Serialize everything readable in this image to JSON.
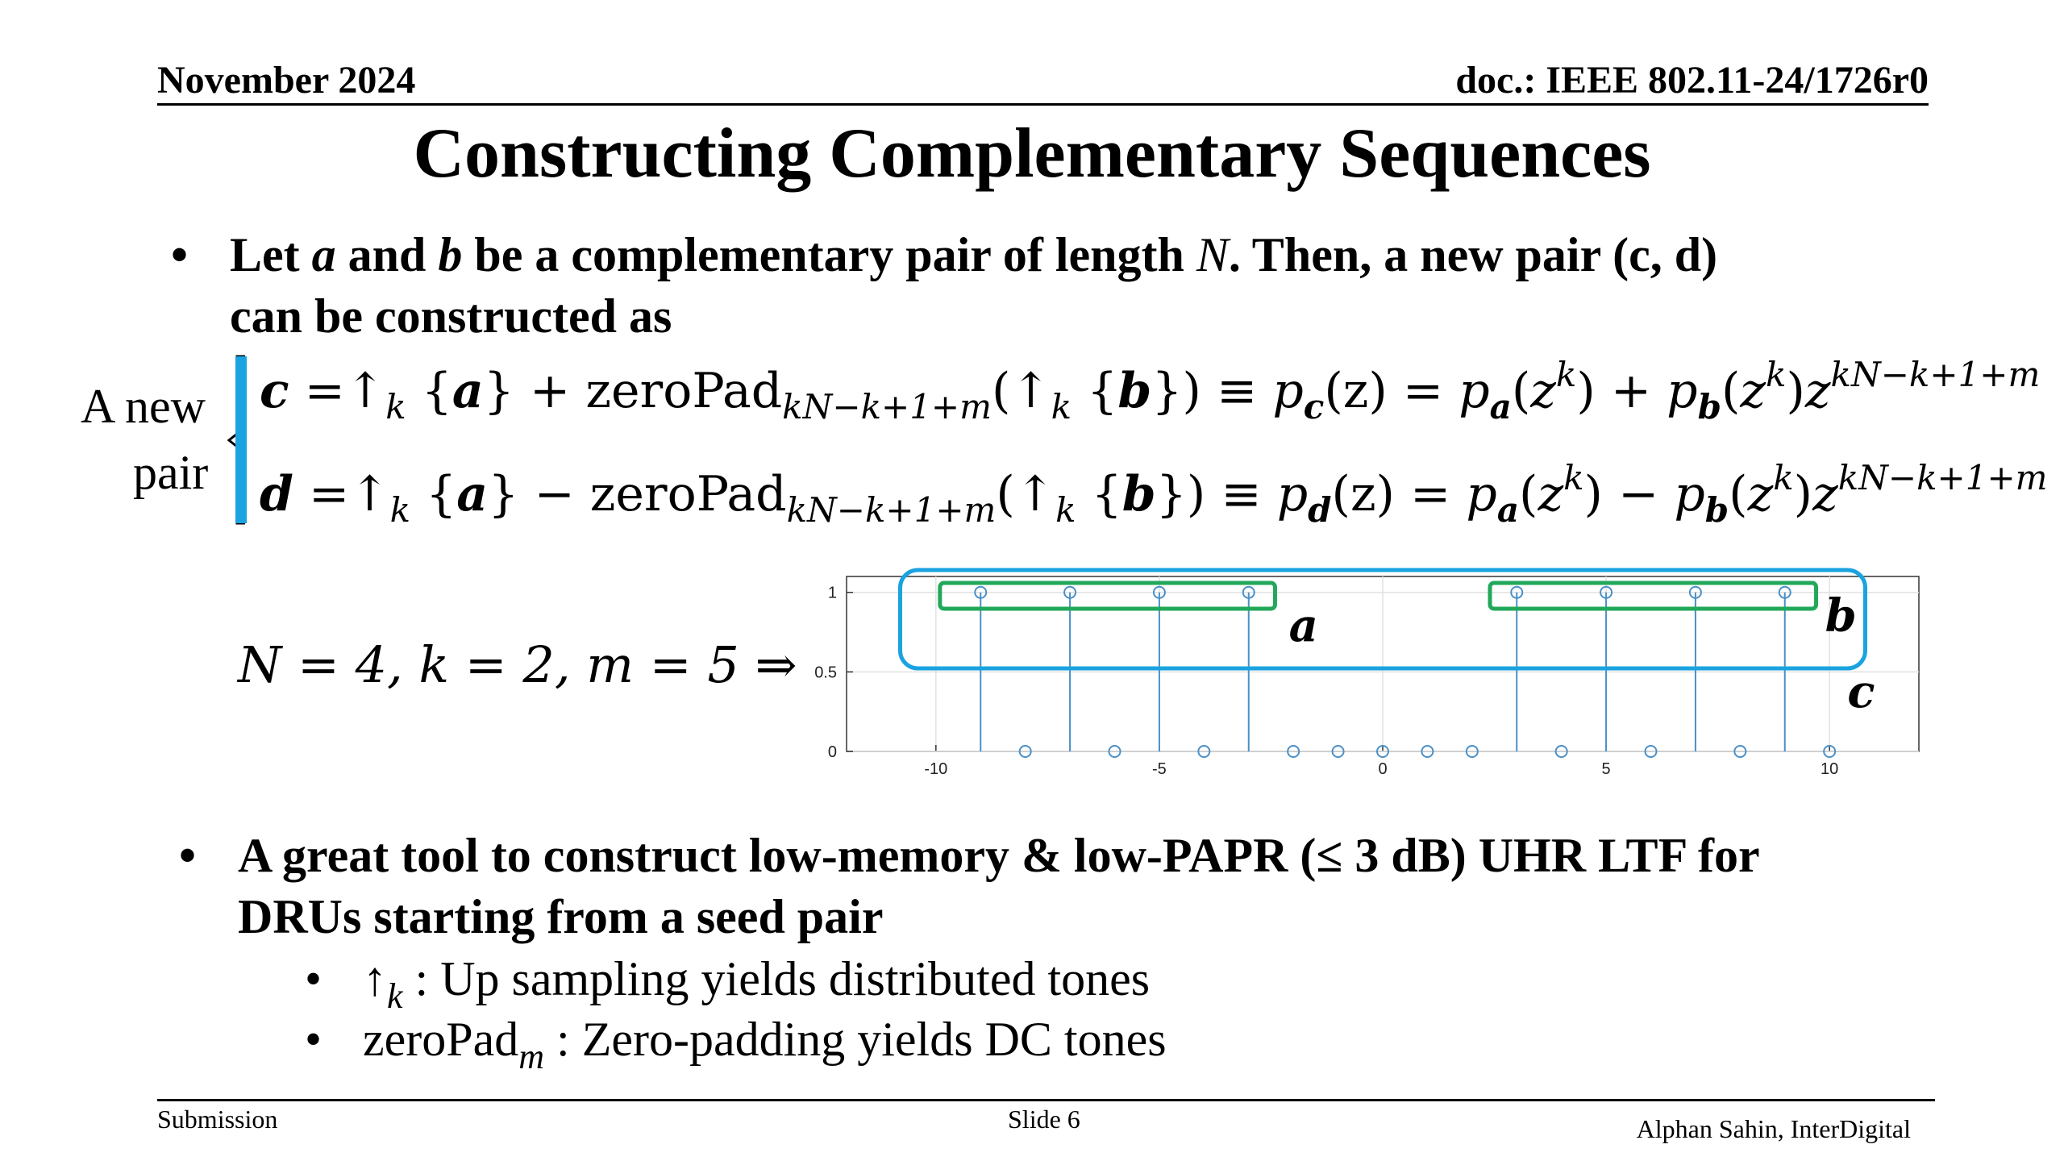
{
  "header": {
    "date": "November 2024",
    "doc": "doc.: IEEE 802.11-24/1726r0"
  },
  "title": "Constructing Complementary Sequences",
  "bullet1": {
    "text_pre": "Let ",
    "var_a": "a",
    "text_and": " and ",
    "var_b": "b",
    "text_mid": " be a complementary pair of length ",
    "var_N": "N",
    "text_post": ". Then, a new pair (c, d)",
    "line2": "can be constructed as"
  },
  "new_pair_label": {
    "line1": "A new",
    "line2": "pair"
  },
  "equations": {
    "c_var": "c",
    "d_var": "d",
    "eq_sign": " =",
    "up": "↑",
    "k": "k",
    "lbrace": " {",
    "a": "a",
    "rbrace": "}",
    "plus": " + ",
    "minus": " − ",
    "zeropad": "zeroPad",
    "pad_sub": "kN−k+1+m",
    "lpar": "(",
    "rpar_brace": "})",
    "equiv": " ≡ ",
    "p": "p",
    "c_sub": "c",
    "d_sub": "d",
    "a_sub": "a",
    "b_sub": "b",
    "z_arg": "(z) = ",
    "z": "z",
    "b": "b",
    "exp": "kN−k+1+m"
  },
  "params": "N = 4, k = 2, m = 5 ⇒",
  "chart_data": {
    "type": "stem",
    "x": [
      -9,
      -8,
      -7,
      -6,
      -5,
      -4,
      -3,
      -2,
      -1,
      0,
      1,
      2,
      3,
      4,
      5,
      6,
      7,
      8,
      9,
      10
    ],
    "y": [
      1,
      0,
      1,
      0,
      1,
      0,
      1,
      0,
      0,
      0,
      0,
      0,
      1,
      0,
      1,
      0,
      1,
      0,
      1,
      0
    ],
    "xlim": [
      -12,
      12
    ],
    "ylim": [
      0,
      1.1
    ],
    "xticks": [
      "-10",
      "-5",
      "0",
      "5",
      "10"
    ],
    "yticks": [
      "0",
      "0.5",
      "1"
    ],
    "grid": true,
    "annotations": [
      "a",
      "b",
      "c"
    ],
    "colors": {
      "stem": "#4a90c8",
      "group_a_b": "#22a85a",
      "group_c": "#1aa3e0"
    }
  },
  "bullet2": {
    "line1": "A great tool to construct low-memory & low-PAPR (≤ 3 dB) UHR LTF for",
    "line2": "DRUs starting from a seed pair"
  },
  "sub_bullets": [
    {
      "sym": "↑",
      "sub": "k",
      "text": " : Up sampling yields distributed tones"
    },
    {
      "sym": "zeroPad",
      "sub": "m",
      "text": " : Zero-padding yields DC tones"
    }
  ],
  "footer": {
    "left": "Submission",
    "center": "Slide 6",
    "right": "Alphan Sahin, InterDigital"
  },
  "bullet_char": "•"
}
